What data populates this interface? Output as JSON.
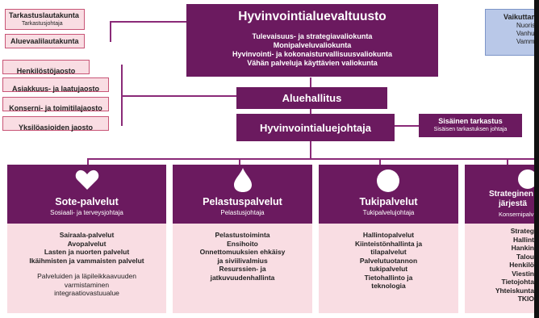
{
  "board": {
    "title": "Hyvinvointialuevaltuusto",
    "committees": [
      "Tulevaisuus- ja strategiavaliokunta",
      "Monipalveluvaliokunta",
      "Hyvinvointi- ja kokonaisturvallisuusvaliokunta",
      "Vähän palveluja käyttävien valiokunta"
    ]
  },
  "left_boxes": {
    "audit_committee": {
      "title": "Tarkastuslautakunta",
      "subtitle": "Tarkastusjohtaja"
    },
    "election_board": {
      "title": "Aluevaalilautakunta"
    }
  },
  "divisions": [
    "Henkilöstöjaosto",
    "Asiakkuus- ja laatujaosto",
    "Konserni- ja toimitilajaosto",
    "Yksilöasioiden jaosto"
  ],
  "aluehallitus": "Aluehallitus",
  "director": "Hyvinvointialuejohtaja",
  "internal_audit": {
    "title": "Sisäinen tarkastus",
    "subtitle": "Sisäisen tarkastuksen johtaja"
  },
  "influence": {
    "title": "Vaikuttam",
    "lines": [
      "Nuoris",
      "Vanhu",
      "Vamma"
    ]
  },
  "units": [
    {
      "title": "Sote-palvelut",
      "subtitle": "Sosiaali- ja terveysjohtaja",
      "icon": "heart-icon",
      "items": [
        "Sairaala-palvelut",
        "Avopalvelut",
        "Lasten ja nuorten palvelut",
        "Ikäihmisten ja vammaisten palvelut"
      ],
      "extra": [
        "Palveluiden ja läpileikkaavuuden",
        "varmistaminen",
        "integraatiovastuualue"
      ]
    },
    {
      "title": "Pelastuspalvelut",
      "subtitle": "Pelastusjohtaja",
      "icon": "drop-icon",
      "items": [
        "Pelastustoiminta",
        "Ensihoito",
        "Onnettomuuksien ehkäisy",
        "ja siviilivalmius",
        "Resurssien- ja",
        "jatkuvuudenhallinta"
      ]
    },
    {
      "title": "Tukipalvelut",
      "subtitle": "Tukipalvelujohtaja",
      "icon": "circle-icon",
      "items": [
        "Hallintopalvelut",
        "Kiinteistönhallinta ja",
        "tilapalvelut",
        "Palvelutuotannon",
        "tukipalvelut",
        "Tietohallinto ja",
        "teknologia"
      ]
    },
    {
      "title_lines": [
        "Strateginen",
        "järjestä"
      ],
      "subtitle": "Konsernipalv",
      "icon": "circle-icon",
      "items": [
        "Strateg",
        "Hallint",
        "Hankin",
        "Talou",
        "Henkilö",
        "Viestin",
        "Tietojohta",
        "Yhteiskunta",
        "TKIO"
      ]
    }
  ]
}
